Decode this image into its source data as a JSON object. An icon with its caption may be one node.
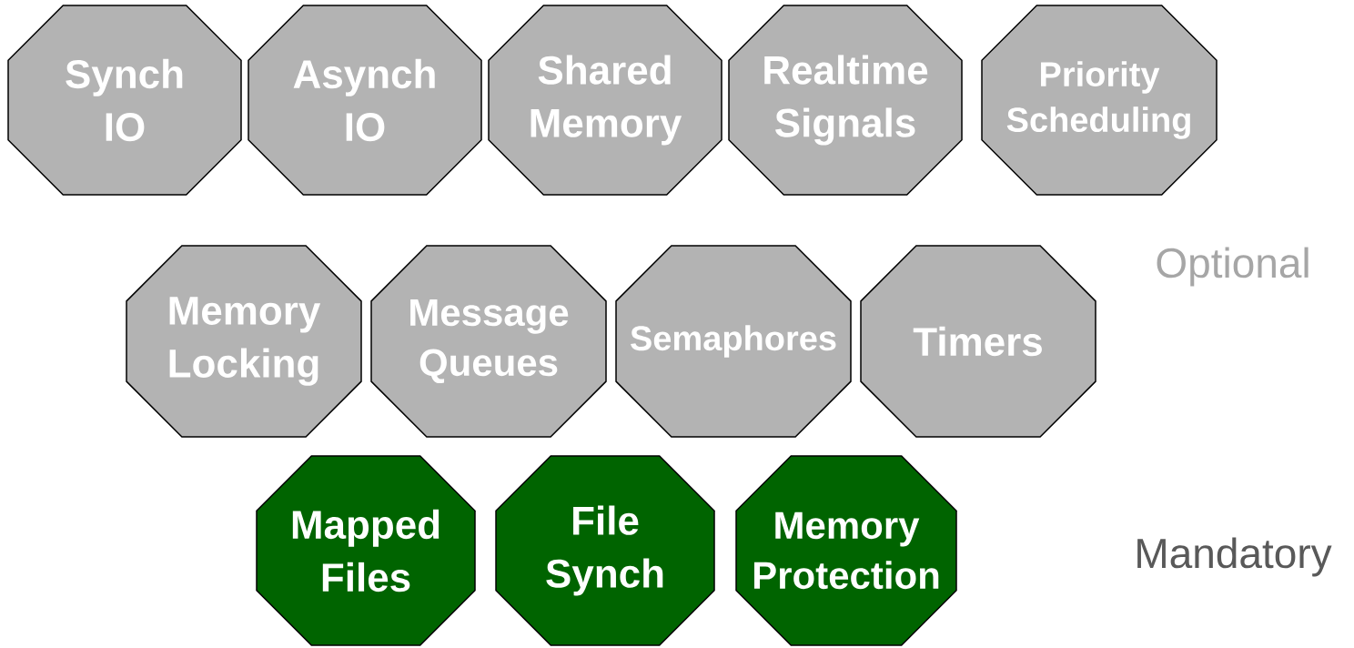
{
  "diagram": {
    "nodes": [
      {
        "text": [
          "Synch IO"
        ]
      },
      {
        "text": [
          "Asynch IO"
        ]
      },
      {
        "text": [
          "Shared Memory"
        ]
      },
      {
        "text": [
          "Realtime Signals"
        ]
      },
      {
        "text": [
          "Priority Scheduling"
        ]
      },
      {
        "text": [
          "Memory Locking"
        ]
      },
      {
        "text": [
          "Message Queues"
        ]
      },
      {
        "text": [
          "Semaphores"
        ]
      },
      {
        "text": [
          "Timers"
        ]
      },
      {
        "text": [
          "Mapped Files"
        ]
      },
      {
        "text": [
          "File Synch"
        ]
      },
      {
        "text": [
          "Memory Protection"
        ]
      }
    ],
    "labels": [
      "Optional",
      "Mandatory"
    ]
  }
}
